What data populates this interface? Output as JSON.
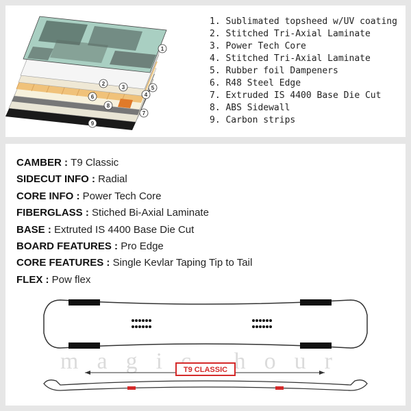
{
  "layers": [
    {
      "num": "1",
      "label": "1. Sublimated topsheed w/UV coating"
    },
    {
      "num": "2",
      "label": "2. Stitched Tri-Axial Laminate"
    },
    {
      "num": "3",
      "label": "3. Power Tech Core"
    },
    {
      "num": "4",
      "label": "4. Stitched Tri-Axial Laminate"
    },
    {
      "num": "5",
      "label": "5. Rubber foil Dampeners"
    },
    {
      "num": "6",
      "label": "6. R48 Steel Edge"
    },
    {
      "num": "7",
      "label": "7. Extruded IS 4400 Base Die Cut"
    },
    {
      "num": "8",
      "label": "8. ABS Sidewall"
    },
    {
      "num": "9",
      "label": "9. Carbon strips"
    }
  ],
  "specs": [
    {
      "key": "CAMBER : ",
      "value": "T9 Classic"
    },
    {
      "key": "SIDECUT INFO : ",
      "value": "Radial"
    },
    {
      "key": "CORE INFO : ",
      "value": "Power Tech Core"
    },
    {
      "key": "FIBERGLASS : ",
      "value": "Stiched Bi-Axial Laminate"
    },
    {
      "key": "BASE : ",
      "value": "Extruted IS 4400 Base Die Cut"
    },
    {
      "key": "BOARD FEATURES : ",
      "value": "Pro Edge"
    },
    {
      "key": "CORE FEATURES : ",
      "value": "Single Kevlar Taping Tip to Tail"
    },
    {
      "key": "FLEX : ",
      "value": "Pow flex"
    }
  ],
  "camber_label": "T9 CLASSIC",
  "watermark": "magic hour",
  "colors": {
    "accent_red": "#d42a2a",
    "topsheet_green": "#a9cfc2",
    "core_wood": "#f0c27a"
  }
}
